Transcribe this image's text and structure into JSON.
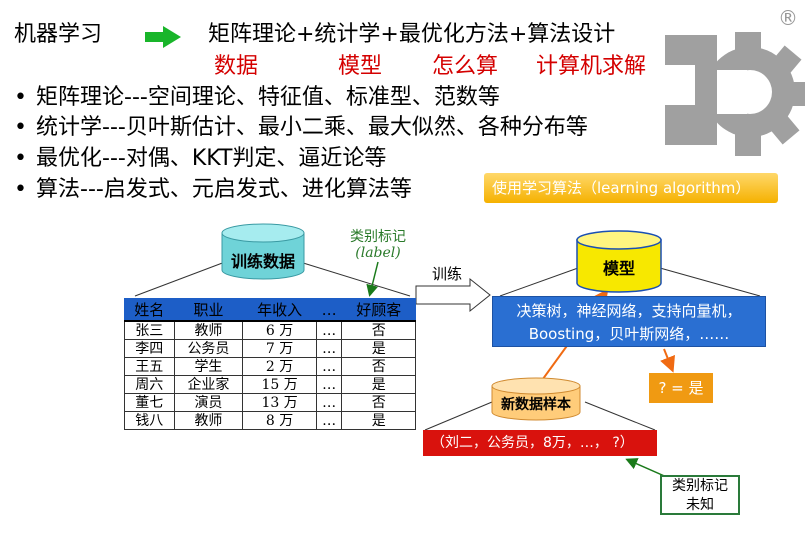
{
  "header": {
    "left": "机器学习",
    "right": "矩阵理论+统计学+最优化方法+算法设计",
    "sub": [
      "数据",
      "模型",
      "怎么算",
      "计算机求解"
    ]
  },
  "bullets": [
    "矩阵理论---空间理论、特征值、标准型、范数等",
    "统计学---贝叶斯估计、最小二乘、最大似然、各种分布等",
    "最优化---对偶、KKT判定、逼近论等",
    "算法---启发式、元启发式、进化算法等"
  ],
  "badge": "使用学习算法（learning algorithm）",
  "logo": {
    "registered": "®"
  },
  "diagram": {
    "train_cylinder": "训练数据",
    "label_note": [
      "类别标记",
      "(label)"
    ],
    "train_arrow": "训练",
    "model_cylinder": "模型",
    "model_box": [
      "决策树，神经网络，支持向量机，",
      "Boosting，贝叶斯网络，……"
    ],
    "prediction": "? = 是",
    "new_sample": "新数据样本",
    "new_sample_value": "（刘二，公务员，8万，…，  ?）",
    "unknown_label": [
      "类别标记",
      "未知"
    ]
  },
  "table": {
    "headers": [
      "姓名",
      "职业",
      "年收入",
      "…",
      "好顾客"
    ],
    "rows": [
      [
        "张三",
        "教师",
        "6 万",
        "…",
        "否"
      ],
      [
        "李四",
        "公务员",
        "7 万",
        "…",
        "是"
      ],
      [
        "王五",
        "学生",
        "2 万",
        "…",
        "否"
      ],
      [
        "周六",
        "企业家",
        "15 万",
        "…",
        "是"
      ],
      [
        "董七",
        "演员",
        "13 万",
        "…",
        "否"
      ],
      [
        "钱八",
        "教师",
        "8 万",
        "…",
        "是"
      ]
    ]
  },
  "colors": {
    "red": "#d40000",
    "blue": "#2a6fd2",
    "yellow": "#f7e800",
    "orange": "#f09a12",
    "cyan": "#6fd3d8",
    "green": "#2a7a3a"
  }
}
